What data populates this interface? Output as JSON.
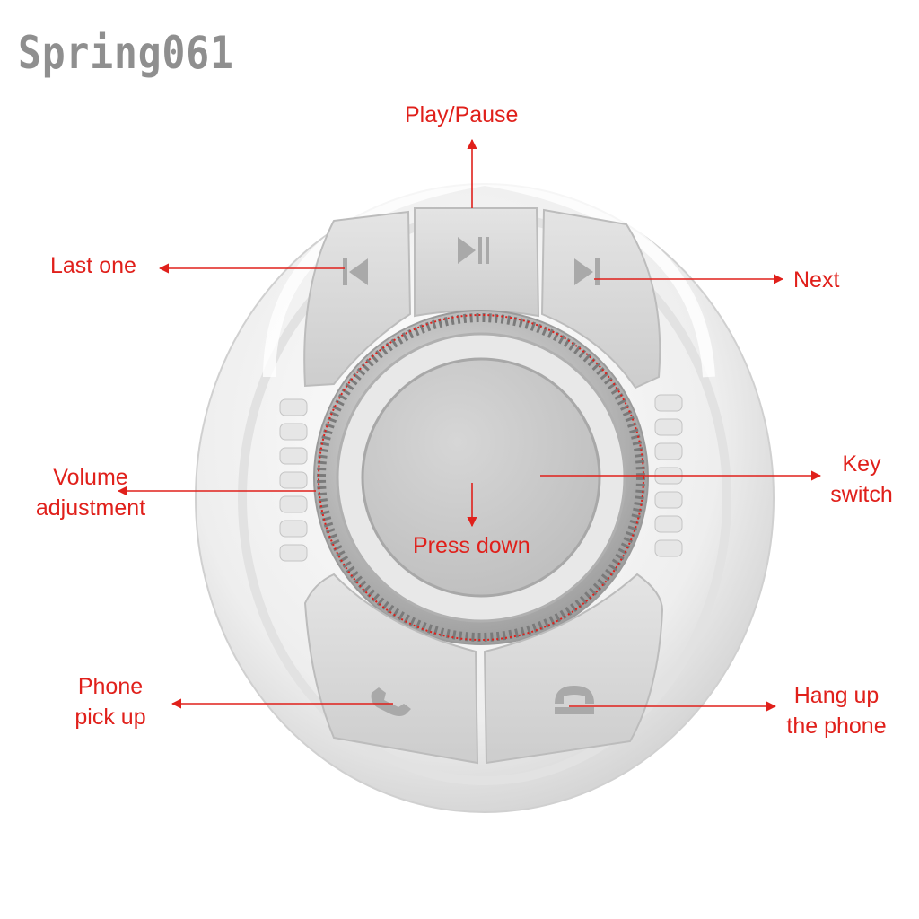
{
  "brand": {
    "watermark": "Spring061"
  },
  "colors": {
    "annotation": "#e0201b",
    "body": "#f2f2f2",
    "button": "#d7d7d7",
    "icon": "#a9a9a9"
  },
  "labels": {
    "play_pause": "Play/Pause",
    "last_one": "Last one",
    "next": "Next",
    "volume_line1": "Volume",
    "volume_line2": "adjustment",
    "key_line1": "Key",
    "key_line2": "switch",
    "press_down": "Press down",
    "pickup_line1": "Phone",
    "pickup_line2": "pick up",
    "hangup_line1": "Hang up",
    "hangup_line2": "the phone"
  },
  "icons": {
    "play_pause": "play-pause-icon",
    "previous": "skip-previous-icon",
    "next": "skip-next-icon",
    "pickup": "phone-pickup-icon",
    "hangup": "phone-hangup-icon"
  }
}
